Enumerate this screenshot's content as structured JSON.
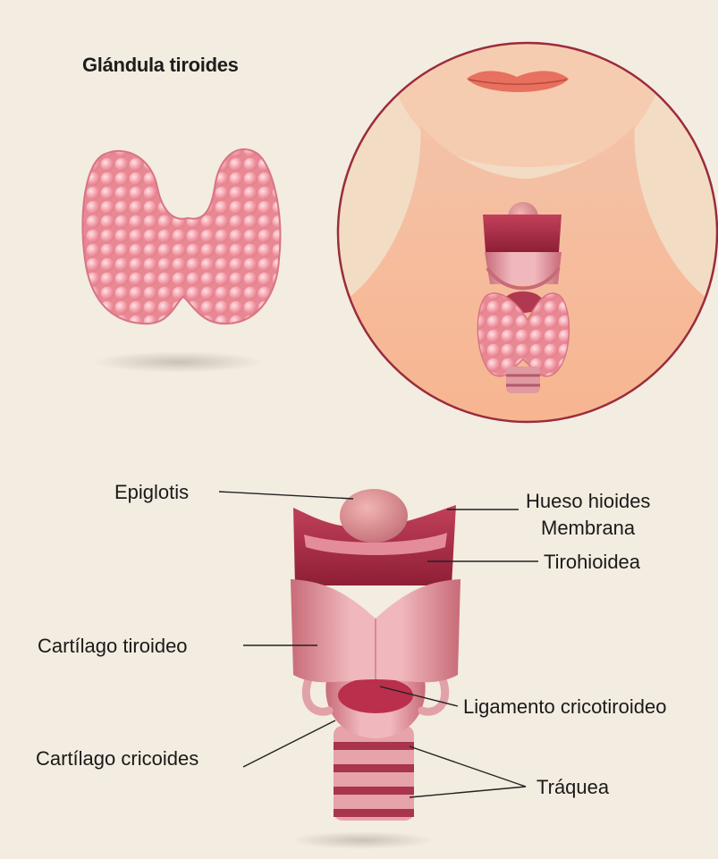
{
  "title": "Glándula tiroides",
  "labels": {
    "epiglotis": "Epiglotis",
    "hueso_hioides": "Hueso hioides",
    "membrana": "Membrana",
    "tirohioidea": "Tirohioidea",
    "cartilago_tiroideo": "Cartílago tiroideo",
    "ligamento_cricotiroideo": "Ligamento cricotiroideo",
    "cartilago_cricoides": "Cartílago cricoides",
    "traquea": "Tráquea"
  },
  "colors": {
    "background": "#f3ece0",
    "gland_pink": "#f6a3ae",
    "neck_skin": "#f8c8a6",
    "circle_border": "#9a2c3c",
    "cartilage": "#dc8e97",
    "cartilage_dark": "#b03850",
    "lips": "#e8705e"
  }
}
